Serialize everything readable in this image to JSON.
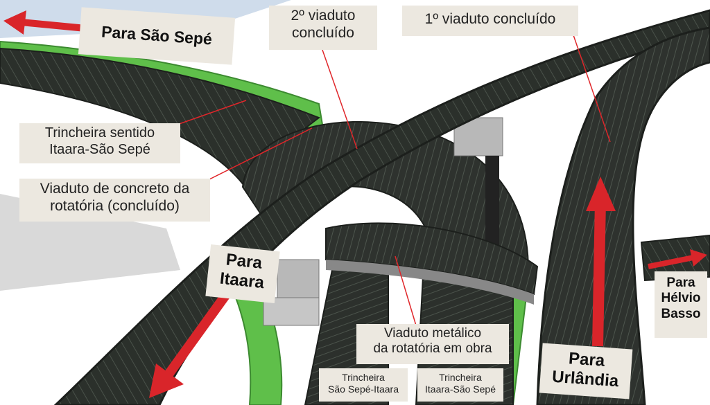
{
  "directions": {
    "sao_sepe": "Para São Sepé",
    "itaara": [
      "Para",
      "Itaara"
    ],
    "urlandia": [
      "Para",
      "Urlândia"
    ],
    "helvio_basso": [
      "Para",
      "Hélvio",
      "Basso"
    ]
  },
  "labels": {
    "viaduto_2": [
      "2º viaduto",
      "concluído"
    ],
    "viaduto_1": "1º viaduto concluído",
    "trincheira_itaara_sao_sepe": [
      "Trincheira sentido",
      "Itaara-São Sepé"
    ],
    "viaduto_concreto": [
      "Viaduto de concreto da",
      "rotatória (concluído)"
    ],
    "viaduto_metalico": [
      "Viaduto metálico",
      "da rotatória em obra"
    ],
    "trincheira_sao_sepe_itaara_bottom": [
      "Trincheira",
      "São Sepé-Itaara"
    ],
    "trincheira_itaara_sao_sepe_bottom": [
      "Trincheira",
      "Itaara-São Sepé"
    ]
  },
  "colors": {
    "road": "#2a2e2a",
    "green_wall": "#5fbf4a",
    "arrow": "#d9252a",
    "leader_line": "#e0262a",
    "label_bg": "#ece8e0",
    "pillar": "#b8b8b8"
  }
}
